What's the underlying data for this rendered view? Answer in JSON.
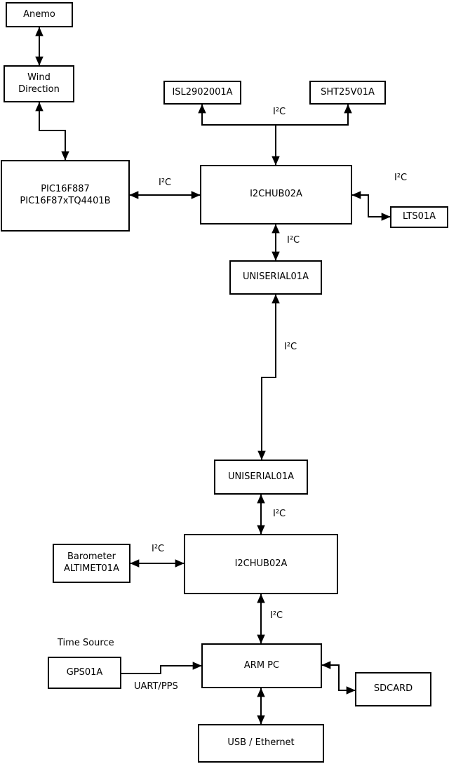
{
  "diagram": {
    "colors": {
      "background": "#ffffff",
      "line": "#000000",
      "text": "#000000",
      "node_fill": "#ffffff"
    },
    "nodes": {
      "anemo": {
        "label": "Anemo"
      },
      "wind_direction": {
        "label": "Wind\nDirection"
      },
      "pic": {
        "label": "PIC16F887\nPIC16F87xTQ4401B"
      },
      "isl2902001a": {
        "label": "ISL2902001A"
      },
      "sht25v01a": {
        "label": "SHT25V01A"
      },
      "i2chub02a_1": {
        "label": "I2CHUB02A"
      },
      "lts01a": {
        "label": "LTS01A"
      },
      "uniserial01a_1": {
        "label": "UNISERIAL01A"
      },
      "uniserial01a_2": {
        "label": "UNISERIAL01A"
      },
      "i2chub02a_2": {
        "label": "I2CHUB02A"
      },
      "barometer": {
        "label": "Barometer\nALTIMET01A"
      },
      "gps01a": {
        "label": "GPS01A"
      },
      "arm_pc": {
        "label": "ARM PC"
      },
      "sdcard": {
        "label": "SDCARD"
      },
      "usb_ethernet": {
        "label": "USB / Ethernet"
      }
    },
    "edge_labels": {
      "hub1_sensors": "I²C",
      "pic_hub1": "I²C",
      "hub1_lts": "I²C",
      "hub1_uni1": "I²C",
      "uni1_uni2": "I²C",
      "uni2_hub2": "I²C",
      "baro_hub2": "I²C",
      "hub2_arm": "I²C",
      "gps_arm": "UART/PPS"
    },
    "annotations": {
      "time_source": "Time Source"
    },
    "connections": [
      {
        "from": "anemo",
        "to": "wind_direction",
        "bidirectional": true,
        "label": ""
      },
      {
        "from": "wind_direction",
        "to": "pic",
        "bidirectional": true,
        "label": ""
      },
      {
        "from": "i2chub02a_1",
        "to": "isl2902001a",
        "bidirectional": false,
        "label": "I²C"
      },
      {
        "from": "i2chub02a_1",
        "to": "sht25v01a",
        "bidirectional": false,
        "label": "I²C"
      },
      {
        "from": "pic",
        "to": "i2chub02a_1",
        "bidirectional": true,
        "label": "I²C"
      },
      {
        "from": "i2chub02a_1",
        "to": "lts01a",
        "bidirectional": true,
        "label": "I²C"
      },
      {
        "from": "i2chub02a_1",
        "to": "uniserial01a_1",
        "bidirectional": true,
        "label": "I²C"
      },
      {
        "from": "uniserial01a_1",
        "to": "uniserial01a_2",
        "bidirectional": true,
        "label": "I²C"
      },
      {
        "from": "uniserial01a_2",
        "to": "i2chub02a_2",
        "bidirectional": true,
        "label": "I²C"
      },
      {
        "from": "barometer",
        "to": "i2chub02a_2",
        "bidirectional": true,
        "label": "I²C"
      },
      {
        "from": "i2chub02a_2",
        "to": "arm_pc",
        "bidirectional": true,
        "label": "I²C"
      },
      {
        "from": "gps01a",
        "to": "arm_pc",
        "bidirectional": false,
        "label": "UART/PPS"
      },
      {
        "from": "arm_pc",
        "to": "sdcard",
        "bidirectional": true,
        "label": ""
      },
      {
        "from": "arm_pc",
        "to": "usb_ethernet",
        "bidirectional": true,
        "label": ""
      }
    ]
  }
}
